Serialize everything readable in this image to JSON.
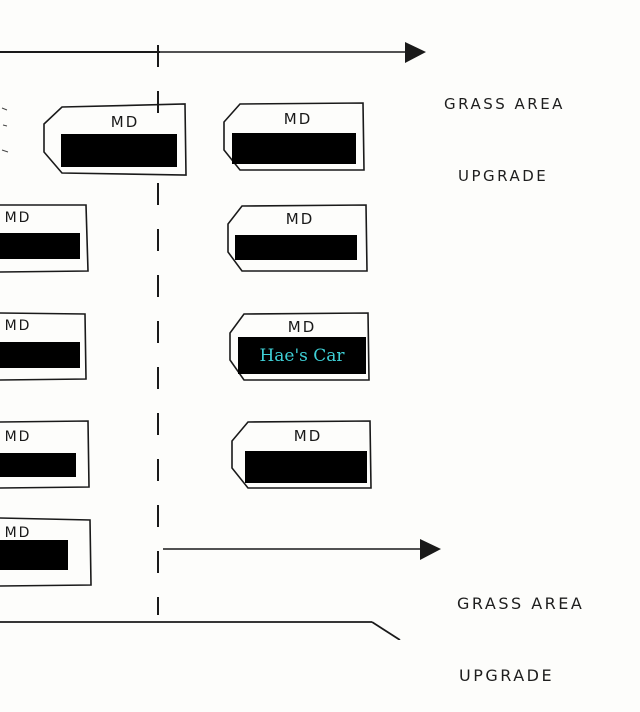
{
  "colors": {
    "ink": "#1a1a1a",
    "redaction": "#000000",
    "car_label": "#3fd0d6",
    "paper": "#fdfdfb"
  },
  "annotations": {
    "top": [
      "GRASS AREA",
      "UPGRADE"
    ],
    "bottom": [
      "GRASS AREA",
      "UPGRADE"
    ]
  },
  "parking_spaces": {
    "left_column": [
      {
        "label": "MD",
        "redacted": true
      },
      {
        "label": "MD",
        "redacted": true
      },
      {
        "label": "MD",
        "redacted": true
      },
      {
        "label": "MD",
        "redacted": true
      },
      {
        "label": "MD",
        "redacted": true
      }
    ],
    "right_column": [
      {
        "label": "MD",
        "redacted": true
      },
      {
        "label": "MD",
        "redacted": true
      },
      {
        "label": "MD",
        "car": "Hae's Car"
      },
      {
        "label": "MD",
        "redacted": true
      }
    ]
  }
}
